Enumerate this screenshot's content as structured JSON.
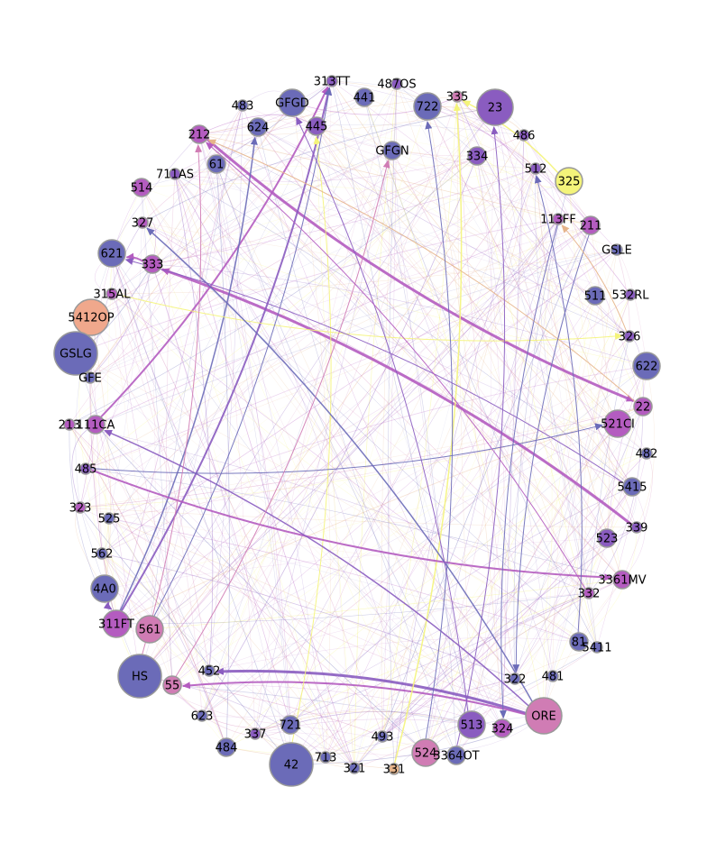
{
  "colors": {
    "blue": "#6b6bb8",
    "purple": "#8a5cc0",
    "magenta": "#b45cc0",
    "pink": "#d07cb4",
    "salmon": "#f0a88c",
    "yellow": "#f4f47a",
    "tan": "#e6b48a",
    "node_stroke": "#999999"
  },
  "nodes": [
    {
      "id": "313TT",
      "label": "313TT",
      "color": "purple",
      "size": "xs"
    },
    {
      "id": "487OS",
      "label": "487OS",
      "color": "purple",
      "size": "xs"
    },
    {
      "id": "441",
      "label": "441",
      "color": "blue",
      "size": "s"
    },
    {
      "id": "335",
      "label": "335",
      "color": "pink",
      "size": "xs"
    },
    {
      "id": "23",
      "label": "23",
      "color": "purple",
      "size": "l"
    },
    {
      "id": "483",
      "label": "483",
      "color": "blue",
      "size": "xs"
    },
    {
      "id": "GFGD",
      "label": "GFGD",
      "color": "blue",
      "size": "m"
    },
    {
      "id": "722",
      "label": "722",
      "color": "blue",
      "size": "m"
    },
    {
      "id": "624",
      "label": "624",
      "color": "blue",
      "size": "s"
    },
    {
      "id": "445",
      "label": "445",
      "color": "purple",
      "size": "s"
    },
    {
      "id": "212",
      "label": "212",
      "color": "magenta",
      "size": "s"
    },
    {
      "id": "486",
      "label": "486",
      "color": "purple",
      "size": "xs"
    },
    {
      "id": "GFGN",
      "label": "GFGN",
      "color": "blue",
      "size": "s"
    },
    {
      "id": "334",
      "label": "334",
      "color": "purple",
      "size": "s"
    },
    {
      "id": "61",
      "label": "61",
      "color": "blue",
      "size": "s"
    },
    {
      "id": "711AS",
      "label": "711AS",
      "color": "purple",
      "size": "xs"
    },
    {
      "id": "512",
      "label": "512",
      "color": "purple",
      "size": "xs"
    },
    {
      "id": "325",
      "label": "325",
      "color": "yellow",
      "size": "m"
    },
    {
      "id": "514",
      "label": "514",
      "color": "magenta",
      "size": "s"
    },
    {
      "id": "327",
      "label": "327",
      "color": "magenta",
      "size": "xs"
    },
    {
      "id": "113FF",
      "label": "113FF",
      "color": "magenta",
      "size": "xs"
    },
    {
      "id": "211",
      "label": "211",
      "color": "magenta",
      "size": "s"
    },
    {
      "id": "621",
      "label": "621",
      "color": "blue",
      "size": "m"
    },
    {
      "id": "333",
      "label": "333",
      "color": "magenta",
      "size": "s"
    },
    {
      "id": "GSLE",
      "label": "GSLE",
      "color": "blue",
      "size": "xs"
    },
    {
      "id": "315AL",
      "label": "315AL",
      "color": "magenta",
      "size": "xs"
    },
    {
      "id": "511",
      "label": "511",
      "color": "blue",
      "size": "s"
    },
    {
      "id": "532RL",
      "label": "532RL",
      "color": "purple",
      "size": "xs"
    },
    {
      "id": "5412OP",
      "label": "5412OP",
      "color": "salmon",
      "size": "l"
    },
    {
      "id": "326",
      "label": "326",
      "color": "purple",
      "size": "xs"
    },
    {
      "id": "GSLG",
      "label": "GSLG",
      "color": "blue",
      "size": "xl"
    },
    {
      "id": "622",
      "label": "622",
      "color": "blue",
      "size": "m"
    },
    {
      "id": "GFE",
      "label": "GFE",
      "color": "blue",
      "size": "xs"
    },
    {
      "id": "22",
      "label": "22",
      "color": "magenta",
      "size": "s"
    },
    {
      "id": "213",
      "label": "213",
      "color": "magenta",
      "size": "xs"
    },
    {
      "id": "111CA",
      "label": "111CA",
      "color": "magenta",
      "size": "s"
    },
    {
      "id": "521CI",
      "label": "521CI",
      "color": "magenta",
      "size": "m"
    },
    {
      "id": "482",
      "label": "482",
      "color": "blue",
      "size": "xs"
    },
    {
      "id": "485",
      "label": "485",
      "color": "purple",
      "size": "xs"
    },
    {
      "id": "5415",
      "label": "5415",
      "color": "blue",
      "size": "s"
    },
    {
      "id": "323",
      "label": "323",
      "color": "magenta",
      "size": "xs"
    },
    {
      "id": "525",
      "label": "525",
      "color": "blue",
      "size": "xs"
    },
    {
      "id": "339",
      "label": "339",
      "color": "purple",
      "size": "xs"
    },
    {
      "id": "523",
      "label": "523",
      "color": "purple",
      "size": "s"
    },
    {
      "id": "562",
      "label": "562",
      "color": "blue",
      "size": "xs"
    },
    {
      "id": "3361MV",
      "label": "3361MV",
      "color": "magenta",
      "size": "s"
    },
    {
      "id": "332",
      "label": "332",
      "color": "magenta",
      "size": "xs"
    },
    {
      "id": "4A0",
      "label": "4A0",
      "color": "blue",
      "size": "m"
    },
    {
      "id": "311FT",
      "label": "311FT",
      "color": "magenta",
      "size": "m"
    },
    {
      "id": "561",
      "label": "561",
      "color": "pink",
      "size": "m"
    },
    {
      "id": "81",
      "label": "81",
      "color": "blue",
      "size": "s"
    },
    {
      "id": "5411",
      "label": "5411",
      "color": "blue",
      "size": "xs"
    },
    {
      "id": "HS",
      "label": "HS",
      "color": "blue",
      "size": "xl"
    },
    {
      "id": "452",
      "label": "452",
      "color": "blue",
      "size": "xs"
    },
    {
      "id": "322",
      "label": "322",
      "color": "blue",
      "size": "xs"
    },
    {
      "id": "481",
      "label": "481",
      "color": "blue",
      "size": "xs"
    },
    {
      "id": "55",
      "label": "55",
      "color": "pink",
      "size": "s"
    },
    {
      "id": "ORE",
      "label": "ORE",
      "color": "pink",
      "size": "l"
    },
    {
      "id": "623",
      "label": "623",
      "color": "blue",
      "size": "xs"
    },
    {
      "id": "721",
      "label": "721",
      "color": "blue",
      "size": "s"
    },
    {
      "id": "337",
      "label": "337",
      "color": "purple",
      "size": "xs"
    },
    {
      "id": "493",
      "label": "493",
      "color": "blue",
      "size": "xs"
    },
    {
      "id": "513",
      "label": "513",
      "color": "purple",
      "size": "m"
    },
    {
      "id": "324",
      "label": "324",
      "color": "magenta",
      "size": "s"
    },
    {
      "id": "484",
      "label": "484",
      "color": "blue",
      "size": "s"
    },
    {
      "id": "713",
      "label": "713",
      "color": "blue",
      "size": "xs"
    },
    {
      "id": "524",
      "label": "524",
      "color": "pink",
      "size": "m"
    },
    {
      "id": "3364OT",
      "label": "3364OT",
      "color": "blue",
      "size": "s"
    },
    {
      "id": "42",
      "label": "42",
      "color": "blue",
      "size": "xl"
    },
    {
      "id": "321",
      "label": "321",
      "color": "blue",
      "size": "xs"
    },
    {
      "id": "331",
      "label": "331",
      "color": "tan",
      "size": "xs"
    }
  ],
  "edges": [
    {
      "from": "ORE",
      "to": "452",
      "color": "purple",
      "weight": 3
    },
    {
      "from": "ORE",
      "to": "55",
      "color": "magenta",
      "weight": 2
    },
    {
      "from": "212",
      "to": "22",
      "color": "magenta",
      "weight": 3
    },
    {
      "from": "339",
      "to": "333",
      "color": "magenta",
      "weight": 3
    },
    {
      "from": "333",
      "to": "621",
      "color": "magenta",
      "weight": 2
    },
    {
      "from": "111CA",
      "to": "313TT",
      "color": "magenta",
      "weight": 2
    },
    {
      "from": "311FT",
      "to": "313TT",
      "color": "purple",
      "weight": 2
    },
    {
      "from": "311FT",
      "to": "624",
      "color": "blue",
      "weight": 1.5
    },
    {
      "from": "4A0",
      "to": "311FT",
      "color": "purple",
      "weight": 1.5
    },
    {
      "from": "331",
      "to": "335",
      "color": "yellow",
      "weight": 1.5
    },
    {
      "from": "42",
      "to": "445",
      "color": "yellow",
      "weight": 1
    },
    {
      "from": "325",
      "to": "335",
      "color": "yellow",
      "weight": 1.5
    },
    {
      "from": "315AL",
      "to": "326",
      "color": "yellow",
      "weight": 1
    },
    {
      "from": "485",
      "to": "3361MV",
      "color": "magenta",
      "weight": 2
    },
    {
      "from": "ORE",
      "to": "111CA",
      "color": "purple",
      "weight": 1.5
    },
    {
      "from": "ORE",
      "to": "327",
      "color": "blue",
      "weight": 1.5
    },
    {
      "from": "561",
      "to": "313TT",
      "color": "blue",
      "weight": 1
    },
    {
      "from": "22",
      "to": "212",
      "color": "tan",
      "weight": 1
    },
    {
      "from": "211",
      "to": "322",
      "color": "blue",
      "weight": 1
    },
    {
      "from": "113FF",
      "to": "324",
      "color": "blue",
      "weight": 1
    },
    {
      "from": "485",
      "to": "521CI",
      "color": "blue",
      "weight": 1
    },
    {
      "from": "55",
      "to": "GFGN",
      "color": "pink",
      "weight": 1
    },
    {
      "from": "HS",
      "to": "212",
      "color": "pink",
      "weight": 1
    },
    {
      "from": "513",
      "to": "GFGD",
      "color": "purple",
      "weight": 1
    },
    {
      "from": "524",
      "to": "722",
      "color": "blue",
      "weight": 1
    },
    {
      "from": "5415",
      "to": "621",
      "color": "purple",
      "weight": 1
    },
    {
      "from": "332",
      "to": "212",
      "color": "magenta",
      "weight": 1
    },
    {
      "from": "326",
      "to": "113FF",
      "color": "tan",
      "weight": 1
    },
    {
      "from": "3364OT",
      "to": "23",
      "color": "purple",
      "weight": 1
    },
    {
      "from": "81",
      "to": "512",
      "color": "blue",
      "weight": 1
    }
  ]
}
